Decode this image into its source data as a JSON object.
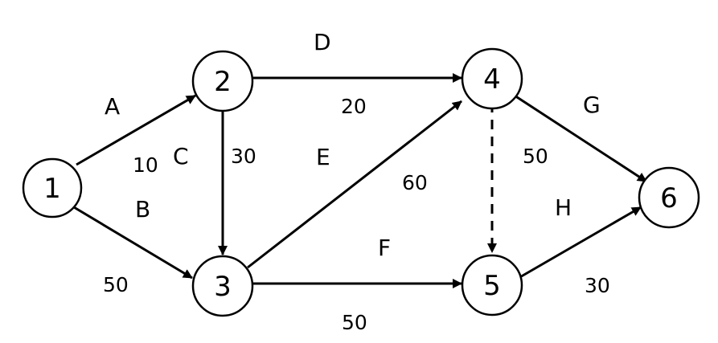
{
  "nodes": [
    {
      "id": "1",
      "label": "1"
    },
    {
      "id": "2",
      "label": "2"
    },
    {
      "id": "3",
      "label": "3"
    },
    {
      "id": "4",
      "label": "4"
    },
    {
      "id": "5",
      "label": "5"
    },
    {
      "id": "6",
      "label": "6"
    }
  ],
  "edges": [
    {
      "id": "A",
      "from": "1",
      "to": "2",
      "label": "A",
      "weight": "10",
      "dashed": false
    },
    {
      "id": "B",
      "from": "1",
      "to": "3",
      "label": "B",
      "weight": "50",
      "dashed": false
    },
    {
      "id": "C",
      "from": "2",
      "to": "3",
      "label": "C",
      "weight": "30",
      "dashed": false
    },
    {
      "id": "D",
      "from": "2",
      "to": "4",
      "label": "D",
      "weight": "20",
      "dashed": false
    },
    {
      "id": "E",
      "from": "3",
      "to": "4",
      "label": "E",
      "weight": "60",
      "dashed": false
    },
    {
      "id": "F",
      "from": "3",
      "to": "5",
      "label": "F",
      "weight": "50",
      "dashed": false
    },
    {
      "id": "dummy",
      "from": "4",
      "to": "5",
      "label": "",
      "weight": "",
      "dashed": true
    },
    {
      "id": "G",
      "from": "4",
      "to": "6",
      "label": "G",
      "weight": "50",
      "dashed": false
    },
    {
      "id": "H",
      "from": "5",
      "to": "6",
      "label": "H",
      "weight": "30",
      "dashed": false
    }
  ]
}
